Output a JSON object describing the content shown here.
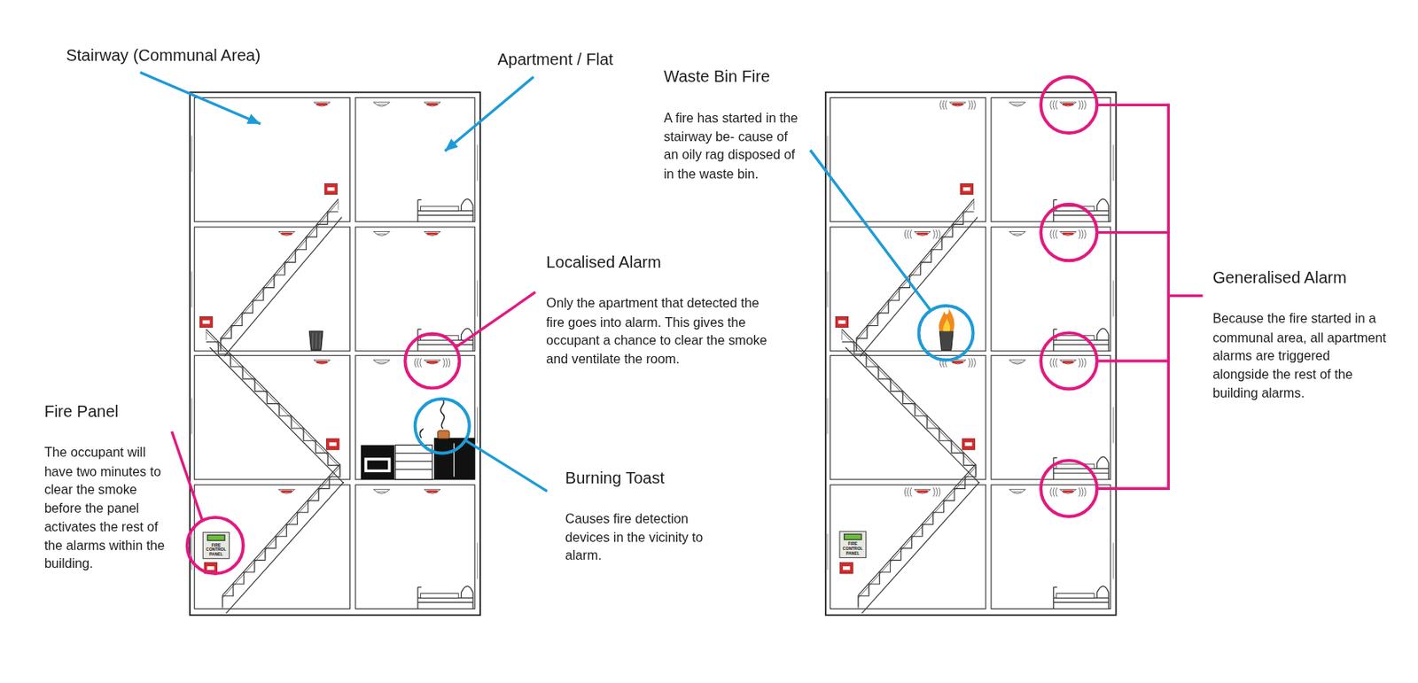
{
  "diagram": {
    "nodes": [
      {
        "text": [
          "FIRE CONTROL PANEL"
        ]
      },
      {
        "text": [
          "FIRE CONTROL PANEL"
        ]
      }
    ],
    "labels": [
      "Stairway (Communal Area)",
      "Apartment / Flat",
      "Waste Bin Fire",
      "A fire has started in the stairway be- cause of an oily rag disposed of in the waste bin.",
      "Localised Alarm",
      "Only the apartment that detected the fire goes into alarm. This gives the occupant a chance to clear the smoke and ventilate the room.",
      "Fire Panel",
      "The occupant will have two minutes to clear the smoke before the panel activates the rest of the alarms within the building.",
      "Burning Toast",
      "Causes fire detection devices in the vicinity to alarm.",
      "Generalised Alarm",
      "Because the fire started in a communal area, all apartment alarms are triggered alongside the rest of the building alarms."
    ]
  }
}
